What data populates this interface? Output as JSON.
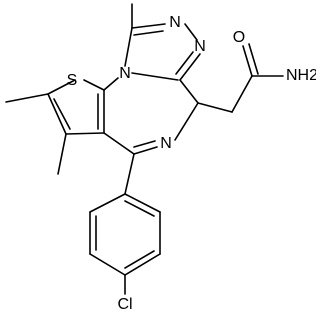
{
  "molecule": {
    "atoms": {
      "S": "S",
      "N_triazole_top": "N",
      "N_triazole_right": "N",
      "N_ring_left": "N",
      "N_imine": "N",
      "O": "O",
      "NH2": "NH2",
      "Cl": "Cl"
    }
  }
}
